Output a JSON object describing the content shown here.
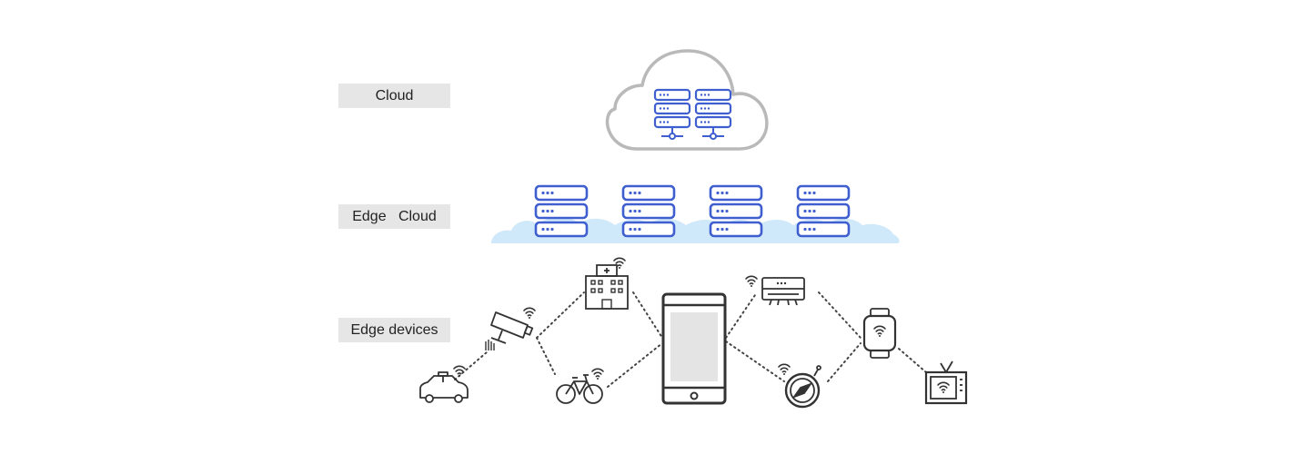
{
  "labels": {
    "cloud": "Cloud",
    "edge_cloud": "Edge   Cloud",
    "edge_devices": "Edge devices"
  },
  "colors": {
    "server_outline": "#3f5fd0",
    "edge_cloud_fill": "#cfe8fa",
    "cloud_outline": "#b9b9b9",
    "device_stroke": "#333333",
    "label_bg": "#e6e6e6"
  },
  "icons": [
    "cloud-icon",
    "server-rack-icon",
    "security-camera-icon",
    "hospital-icon",
    "car-icon",
    "bicycle-icon",
    "smartphone-icon",
    "air-conditioner-icon",
    "smartwatch-icon",
    "compass-icon",
    "television-icon",
    "wifi-icon"
  ]
}
